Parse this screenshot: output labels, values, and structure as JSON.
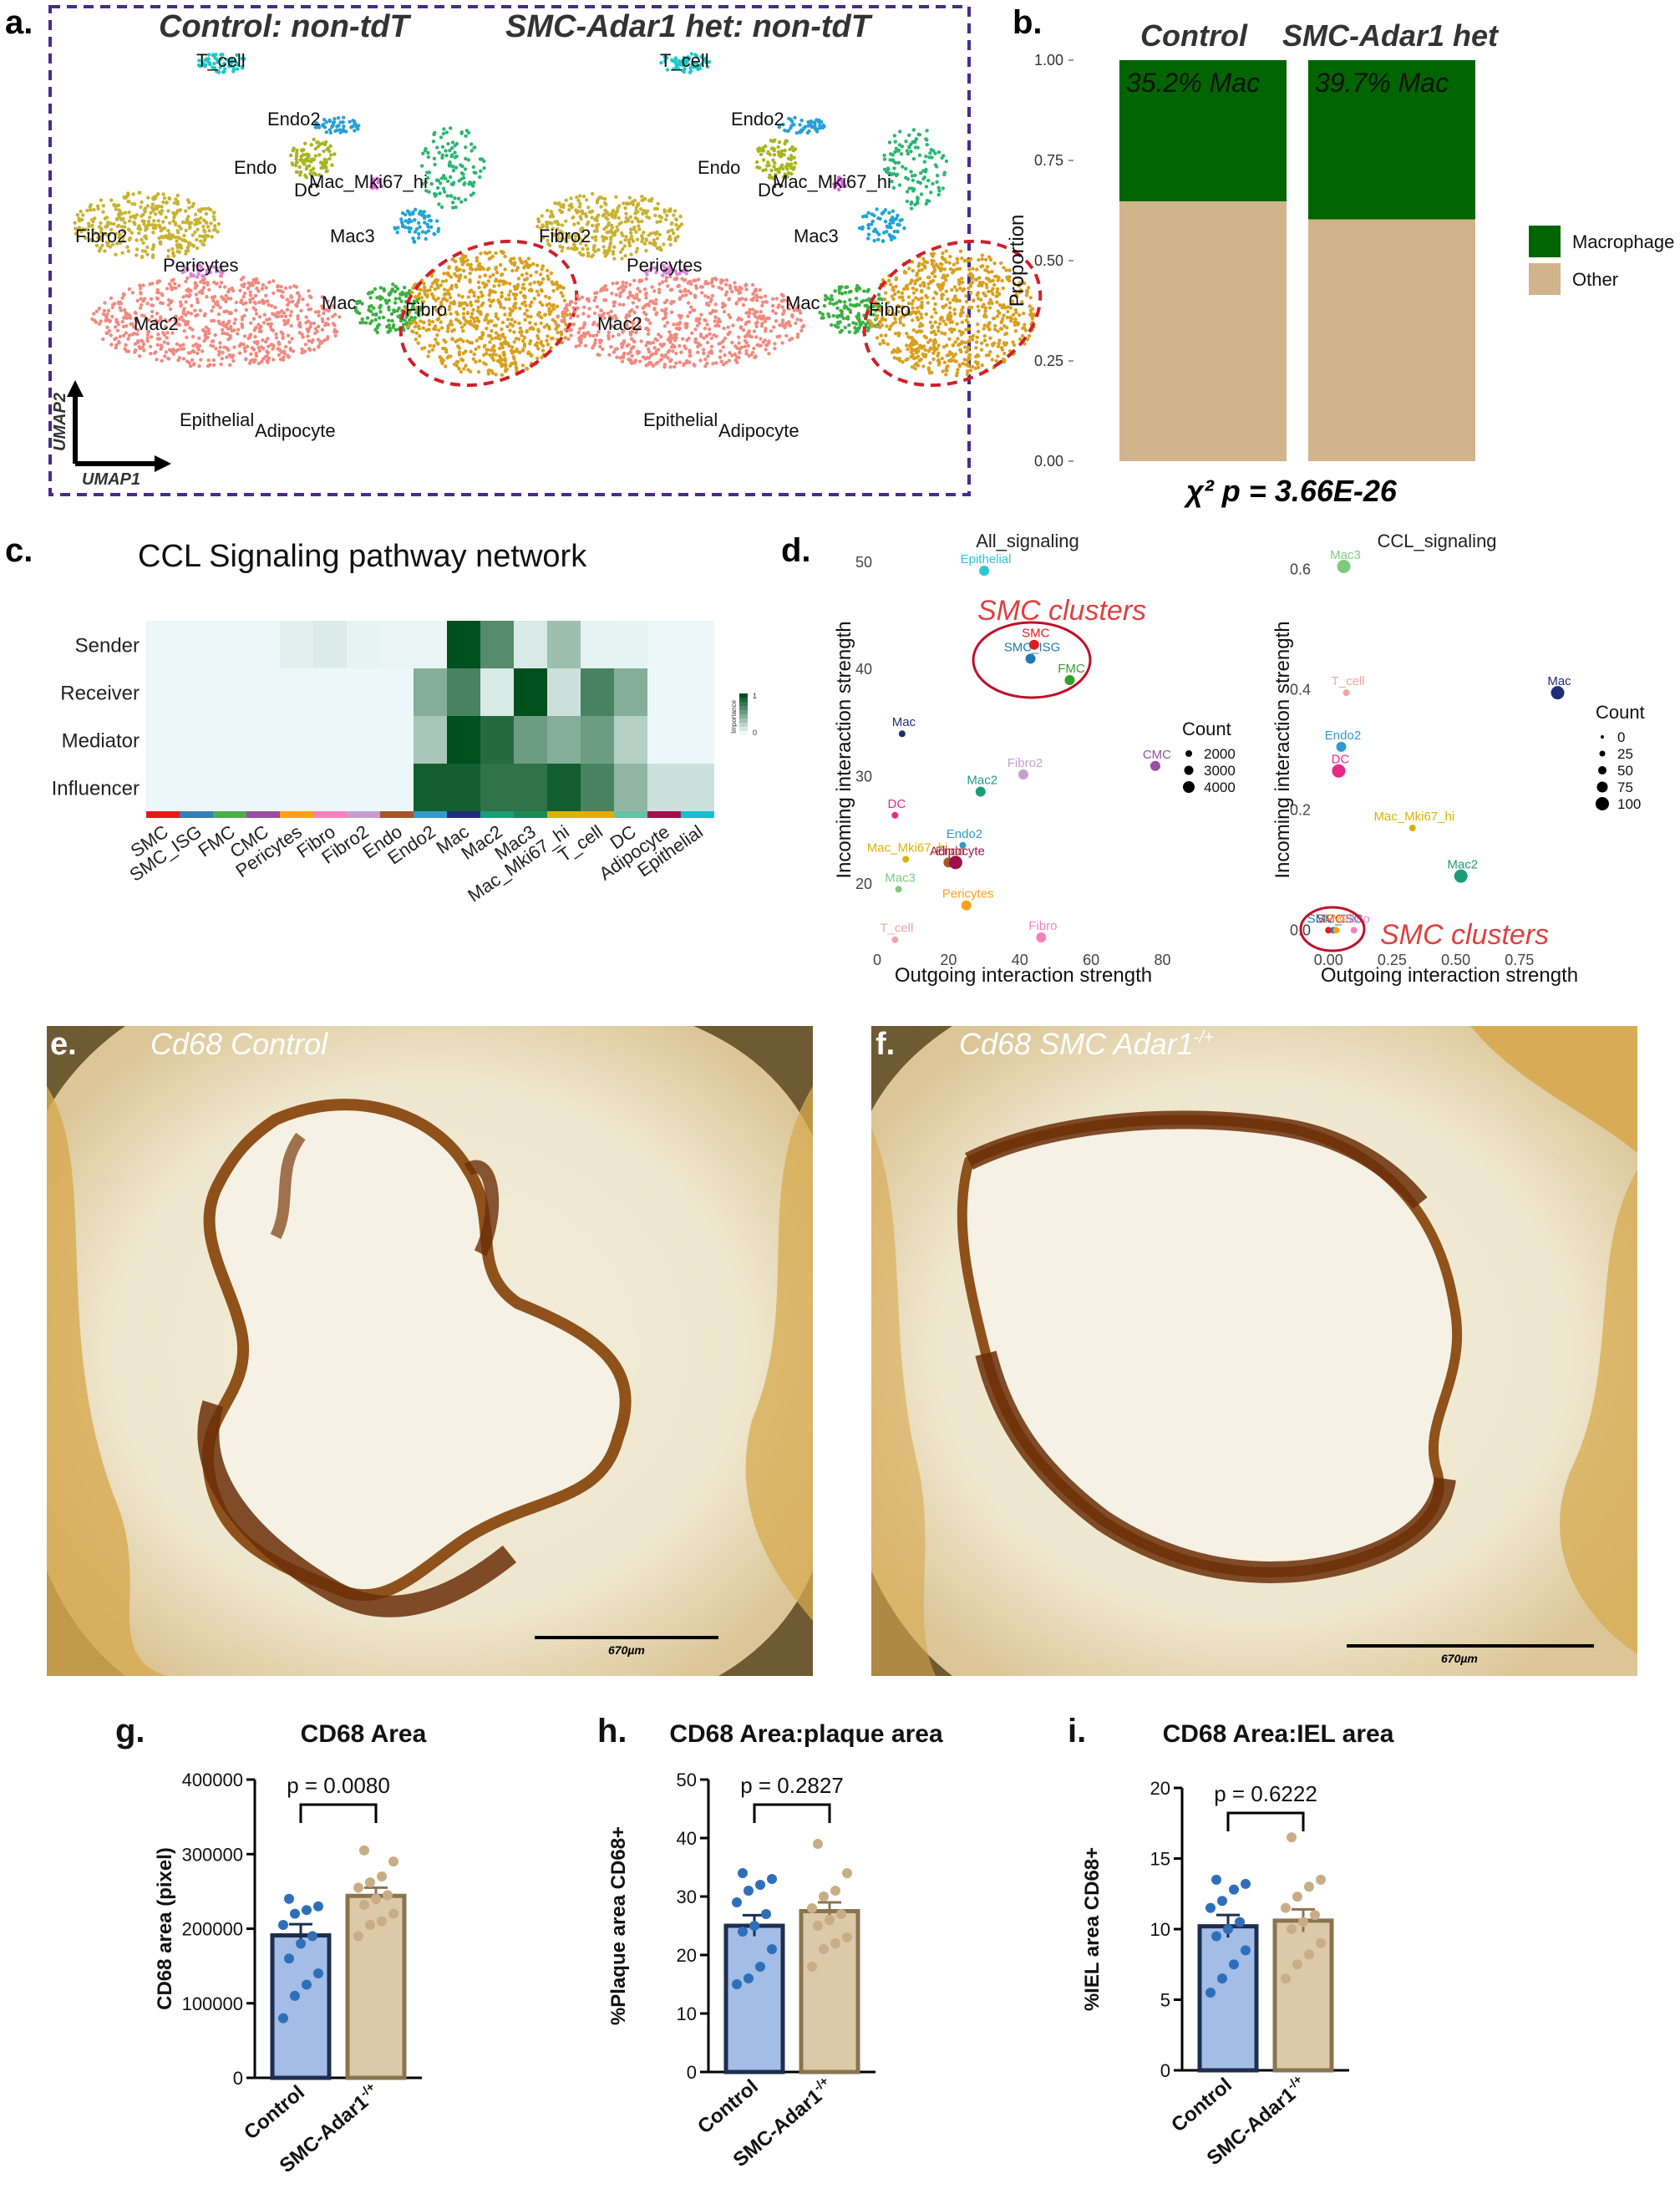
{
  "panels": {
    "a": {
      "letter": "a.",
      "left_title": "Control: non-tdT",
      "right_title": "SMC-Adar1 het: non-tdT",
      "axis_x": "UMAP1",
      "axis_y": "UMAP2",
      "left_labels": [
        "T_cell",
        "Endo2",
        "Endo",
        "DC",
        "Mac_Mki67_hi",
        "Mac3",
        "Fibro2",
        "Pericytes",
        "Mac2",
        "Mac",
        "Fibro",
        "Epithelial",
        "Adipocyte"
      ],
      "right_labels": [
        "T_cell",
        "Endo2",
        "Endo",
        "DC",
        "Mac_Mki67_hi",
        "Mac3",
        "Fibro2",
        "Pericytes",
        "Mac2",
        "Mac",
        "Fibro",
        "Epithelial",
        "Adipocyte"
      ]
    },
    "b": {
      "letter": "b.",
      "col_titles": [
        "Control",
        "SMC-Adar1 het"
      ],
      "footer": "χ² p = 3.66E-26",
      "chart_data": {
        "type": "bar",
        "stacked": true,
        "categories": [
          "Control",
          "SMC-Adar1 het"
        ],
        "series": [
          {
            "name": "Macrophage",
            "values": [
              0.352,
              0.397
            ],
            "color": "#006400"
          },
          {
            "name": "Other",
            "values": [
              0.648,
              0.603
            ],
            "color": "#d2b48c"
          }
        ],
        "data_labels": [
          "35.2% Mac",
          "39.7% Mac"
        ],
        "ylabel": "Proportion",
        "ylim": [
          0,
          1
        ],
        "yticks": [
          "0.00",
          "0.25",
          "0.50",
          "0.75",
          "1.00"
        ],
        "legend_position": "right"
      }
    },
    "c": {
      "letter": "c.",
      "title": "CCL Signaling pathway network",
      "legend_label": "Importance",
      "legend_ticks": [
        "1",
        "0"
      ],
      "chart_data": {
        "type": "heatmap",
        "rows": [
          "Sender",
          "Receiver",
          "Mediator",
          "Influencer"
        ],
        "columns": [
          "SMC",
          "SMC_ISG",
          "FMC",
          "CMC",
          "Pericytes",
          "Fibro",
          "Fibro2",
          "Endo",
          "Endo2",
          "Mac",
          "Mac2",
          "Mac3",
          "Mac_Mki67_hi",
          "T_cell",
          "DC",
          "Adipocyte",
          "Epithelial"
        ],
        "column_colors": [
          "#e41a1c",
          "#377eb8",
          "#4daf4a",
          "#984ea3",
          "#ff9f1a",
          "#f781bf",
          "#c79fcf",
          "#a65628",
          "#3399cc",
          "#1f2d7a",
          "#1b9e77",
          "#1a8a55",
          "#d9b300",
          "#e6ab02",
          "#66c2a5",
          "#a0104a",
          "#17becf"
        ],
        "values": [
          [
            0.02,
            0.02,
            0.02,
            0.02,
            0.06,
            0.09,
            0.04,
            0.03,
            0.03,
            1.0,
            0.65,
            0.1,
            0.35,
            0.05,
            0.04,
            0.02,
            0.02
          ],
          [
            0.02,
            0.02,
            0.02,
            0.02,
            0.02,
            0.02,
            0.02,
            0.02,
            0.45,
            0.7,
            0.1,
            1.0,
            0.15,
            0.7,
            0.45,
            0.02,
            0.02
          ],
          [
            0.02,
            0.02,
            0.02,
            0.02,
            0.02,
            0.02,
            0.02,
            0.02,
            0.3,
            1.0,
            0.85,
            0.55,
            0.45,
            0.55,
            0.25,
            0.02,
            0.02
          ],
          [
            0.02,
            0.02,
            0.02,
            0.02,
            0.02,
            0.02,
            0.02,
            0.02,
            0.92,
            0.92,
            0.8,
            0.8,
            0.92,
            0.7,
            0.4,
            0.15,
            0.15
          ]
        ]
      }
    },
    "d": {
      "letter": "d.",
      "annot_left": "SMC clusters",
      "annot_right": "SMC clusters",
      "legend_title": "Count",
      "chart_data": [
        {
          "type": "scatter",
          "title": "All_signaling",
          "xlabel": "Outgoing interaction strength",
          "ylabel": "Incoming interaction strength",
          "xlim": [
            0,
            82
          ],
          "ylim": [
            14,
            51
          ],
          "xticks": [
            0,
            20,
            40,
            60,
            80
          ],
          "yticks": [
            20,
            30,
            40,
            50
          ],
          "legend_sizes": [
            "2000",
            "3000",
            "4000"
          ],
          "points": [
            {
              "label": "Epithelial",
              "x": 30,
              "y": 49.2,
              "color": "#2ec6d3",
              "size": 2
            },
            {
              "label": "SMC",
              "x": 44,
              "y": 42.3,
              "color": "#e41a1c",
              "size": 2
            },
            {
              "label": "SMC_ISG",
              "x": 43,
              "y": 41,
              "color": "#1f78b4",
              "size": 2
            },
            {
              "label": "FMC",
              "x": 54,
              "y": 39,
              "color": "#33a02c",
              "size": 2
            },
            {
              "label": "Mac",
              "x": 7,
              "y": 34,
              "color": "#1f2d7a",
              "size": 1
            },
            {
              "label": "Fibro2",
              "x": 41,
              "y": 30.2,
              "color": "#c79fcf",
              "size": 2
            },
            {
              "label": "CMC",
              "x": 78,
              "y": 31,
              "color": "#984ea3",
              "size": 2
            },
            {
              "label": "Mac2",
              "x": 29,
              "y": 28.6,
              "color": "#1b9e77",
              "size": 2
            },
            {
              "label": "DC",
              "x": 5,
              "y": 26.4,
              "color": "#e7298a",
              "size": 1
            },
            {
              "label": "Endo2",
              "x": 24,
              "y": 23.6,
              "color": "#3399cc",
              "size": 1
            },
            {
              "label": "Mac_Mki67_hi",
              "x": 8,
              "y": 22.3,
              "color": "#d9b300",
              "size": 1
            },
            {
              "label": "Endo",
              "x": 20,
              "y": 22,
              "color": "#a65628",
              "size": 2
            },
            {
              "label": "Adipocyte",
              "x": 22,
              "y": 22,
              "color": "#a0104a",
              "size": 3
            },
            {
              "label": "Mac3",
              "x": 6,
              "y": 19.5,
              "color": "#7fc97f",
              "size": 1
            },
            {
              "label": "Pericytes",
              "x": 25,
              "y": 18,
              "color": "#ff9f1a",
              "size": 2
            },
            {
              "label": "T_cell",
              "x": 5,
              "y": 14.8,
              "color": "#f4a3a3",
              "size": 1
            },
            {
              "label": "Fibro",
              "x": 46,
              "y": 15,
              "color": "#f781bf",
              "size": 2
            }
          ]
        },
        {
          "type": "scatter",
          "title": "CCL_signaling",
          "xlabel": "Outgoing interaction strength",
          "ylabel": "Incoming interaction strength",
          "xlim": [
            -0.05,
            1
          ],
          "ylim": [
            -0.03,
            0.63
          ],
          "xticks": [
            "0.00",
            "0.25",
            "0.50",
            "0.75"
          ],
          "yticks": [
            "0.0",
            "0.2",
            "0.4",
            "0.6"
          ],
          "legend_sizes": [
            "0",
            "25",
            "50",
            "75",
            "100"
          ],
          "points": [
            {
              "label": "Mac3",
              "x": 0.06,
              "y": 0.605,
              "color": "#7fc97f",
              "size": 3
            },
            {
              "label": "T_cell",
              "x": 0.07,
              "y": 0.395,
              "color": "#f4a3a3",
              "size": 1
            },
            {
              "label": "Mac",
              "x": 0.9,
              "y": 0.395,
              "color": "#1f2d7a",
              "size": 3
            },
            {
              "label": "Endo2",
              "x": 0.05,
              "y": 0.305,
              "color": "#3399cc",
              "size": 2
            },
            {
              "label": "DC",
              "x": 0.04,
              "y": 0.265,
              "color": "#e7298a",
              "size": 3
            },
            {
              "label": "Mac_Mki67_hi",
              "x": 0.33,
              "y": 0.17,
              "color": "#d9b300",
              "size": 1
            },
            {
              "label": "Mac2",
              "x": 0.52,
              "y": 0.09,
              "color": "#1b9e77",
              "size": 3
            },
            {
              "label": "SMC",
              "x": 0.0,
              "y": 0.0,
              "color": "#e41a1c",
              "size": 1
            },
            {
              "label": "SMC_ISG",
              "x": 0.02,
              "y": 0.0,
              "color": "#1f78b4",
              "size": 1
            },
            {
              "label": "FMC",
              "x": 0.03,
              "y": 0.0,
              "color": "#ff9f1a",
              "size": 1
            },
            {
              "label": "Fibro",
              "x": 0.1,
              "y": 0.0,
              "color": "#f781bf",
              "size": 1
            }
          ]
        }
      ]
    },
    "e": {
      "letter": "e.",
      "title": "Cd68 Control",
      "scalebar": "670µm"
    },
    "f": {
      "letter": "f.",
      "title": "Cd68 SMC Adar1",
      "title_sup": "-/+",
      "scalebar": "670µm"
    },
    "g": {
      "letter": "g.",
      "title": "CD68 Area",
      "pvalue": "p = 0.0080",
      "chart_data": {
        "type": "bar",
        "categories": [
          "Control",
          "SMC-Adar1"
        ],
        "category_sup": [
          "",
          "-/+"
        ],
        "values": [
          191000,
          244000
        ],
        "sem": [
          15000,
          11000
        ],
        "points": [
          [
            80000,
            110000,
            125000,
            140000,
            160000,
            180000,
            190000,
            205000,
            220000,
            225000,
            230000,
            240000
          ],
          [
            190000,
            205000,
            210000,
            220000,
            232000,
            240000,
            245000,
            255000,
            262000,
            270000,
            290000,
            305000
          ]
        ],
        "ylabel": "CD68 area (pixel)",
        "ylim": [
          0,
          400000
        ],
        "yticks": [
          "0",
          "100000",
          "200000",
          "300000",
          "400000"
        ]
      }
    },
    "h": {
      "letter": "h.",
      "title": "CD68 Area:plaque area",
      "pvalue": "p = 0.2827",
      "chart_data": {
        "type": "bar",
        "categories": [
          "Control",
          "SMC-Adar1"
        ],
        "category_sup": [
          "",
          "-/+"
        ],
        "values": [
          25,
          27.5
        ],
        "sem": [
          1.8,
          1.5
        ],
        "points": [
          [
            15,
            16,
            18,
            21,
            24,
            25,
            27,
            29,
            31,
            32,
            33,
            34
          ],
          [
            18,
            21,
            22,
            23,
            25,
            26,
            27,
            28,
            30,
            31,
            34,
            39
          ]
        ],
        "ylabel": "%Plaque area CD68+",
        "ylim": [
          0,
          50
        ],
        "yticks": [
          "0",
          "10",
          "20",
          "30",
          "40",
          "50"
        ]
      }
    },
    "i": {
      "letter": "i.",
      "title": "CD68 Area:IEL area",
      "pvalue": "p = 0.6222",
      "chart_data": {
        "type": "bar",
        "categories": [
          "Control",
          "SMC-Adar1"
        ],
        "category_sup": [
          "",
          "-/+"
        ],
        "values": [
          10.2,
          10.6
        ],
        "sem": [
          0.8,
          0.8
        ],
        "points": [
          [
            5.5,
            6.5,
            7.5,
            8.5,
            9.5,
            10,
            10.5,
            11.5,
            12,
            12.8,
            13.2,
            13.5
          ],
          [
            6.5,
            7.5,
            8.2,
            9,
            10,
            10.5,
            11,
            11.5,
            12.3,
            13,
            13.5,
            16.5
          ]
        ],
        "ylabel": "%IEL area CD68+",
        "ylim": [
          0,
          20
        ],
        "yticks": [
          "0",
          "5",
          "10",
          "15",
          "20"
        ]
      }
    }
  }
}
